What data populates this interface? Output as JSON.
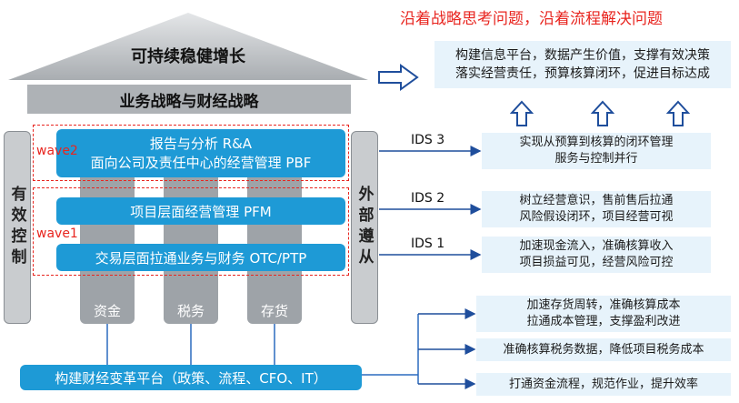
{
  "slogan": "沿着战略思考问题，沿着流程解决问题",
  "roof_title": "可持续稳健增长",
  "strategy_bar": "业务战略与财经战略",
  "left_pillar": "有效控制",
  "right_pillar": "外部遵从",
  "wave_labels": {
    "wave2": "wave2",
    "wave1": "wave1"
  },
  "layers": {
    "rna_line1": "报告与分析  R&A",
    "rna_line2": "面向公司及责任中心的经营管理 PBF",
    "pfm": "项目层面经营管理 PFM",
    "otc": "交易层面拉通业务与财务 OTC/PTP"
  },
  "pillars": [
    "资金",
    "税务",
    "存货"
  ],
  "platform": "构建财经变革平台（政策、流程、CFO、IT）",
  "goal_box": {
    "line1": "构建信息平台，数据产生价值，支撑有效决策",
    "line2": "落实经营责任，预算核算闭环，促进目标达成"
  },
  "ids": {
    "ids3": "IDS 3",
    "ids2": "IDS 2",
    "ids1": "IDS 1"
  },
  "outcomes": {
    "o1": {
      "line1": "实现从预算到核算的闭环管理",
      "line2": "服务与控制并行"
    },
    "o2": {
      "line1": "树立经营意识，售前售后拉通",
      "line2": "风险假设闭环，项目经营可视"
    },
    "o3": {
      "line1": "加速现金流入，准确核算收入",
      "line2": "项目损益可见，经营风险可控"
    },
    "o4": {
      "line1": "加速存货周转，准确核算成本",
      "line2": "拉通成本管理，支撑盈利改进"
    },
    "o5": {
      "line1": "准确核算税务数据，降低项目税务成本"
    },
    "o6": {
      "line1": "打通资金流程，规范作业，提升效率"
    }
  },
  "colors": {
    "accent_blue": "#1e9ad6",
    "light_blue_box": "#e7f3fb",
    "red": "#e8251f",
    "pillar_gray": "#9ea3a8",
    "roof_gray": "#b5b8bb"
  }
}
